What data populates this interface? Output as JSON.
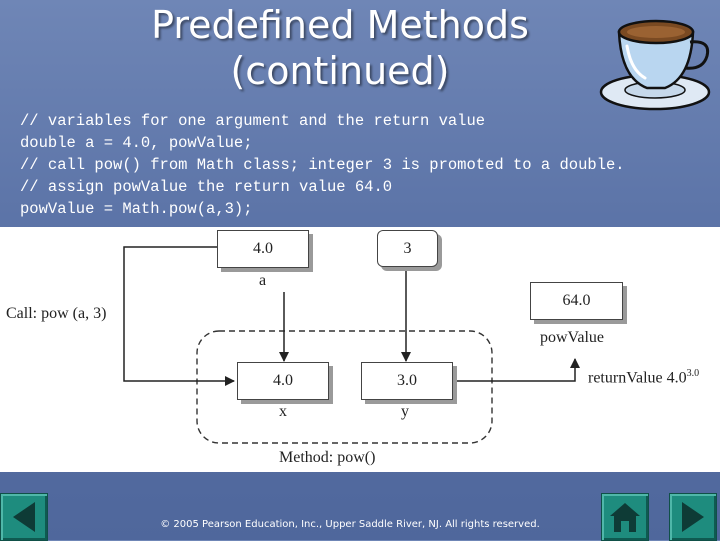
{
  "slide": {
    "title_line1": "Predefined Methods",
    "title_line2": "(continued)",
    "code_lines": [
      "// variables for one argument and the return value",
      "double a = 4.0, powValue;",
      "// call pow() from Math class; integer 3 is promoted to a double.",
      "// assign powValue the return value 64.0",
      "powValue = Math.pow(a,3);"
    ],
    "footer": "© 2005 Pearson Education, Inc., Upper Saddle River, NJ.  All rights reserved."
  },
  "diagram": {
    "box_a_value": "4.0",
    "label_a": "a",
    "box_const_value": "3",
    "call_label": "Call: pow (a, 3)",
    "box_pow_value": "64.0",
    "label_pow": "powValue",
    "return_label": "returnValue 4.0",
    "return_exponent": "3.0",
    "box_x_value": "4.0",
    "label_x": "x",
    "box_y_value": "3.0",
    "label_y": "y",
    "method_label": "Method: pow()"
  },
  "icons": [
    "coffee-cup-icon",
    "previous-arrow-icon",
    "home-icon",
    "next-arrow-icon"
  ],
  "colors": {
    "background": "#5a72a6",
    "nav_button": "#1e8c7e"
  }
}
